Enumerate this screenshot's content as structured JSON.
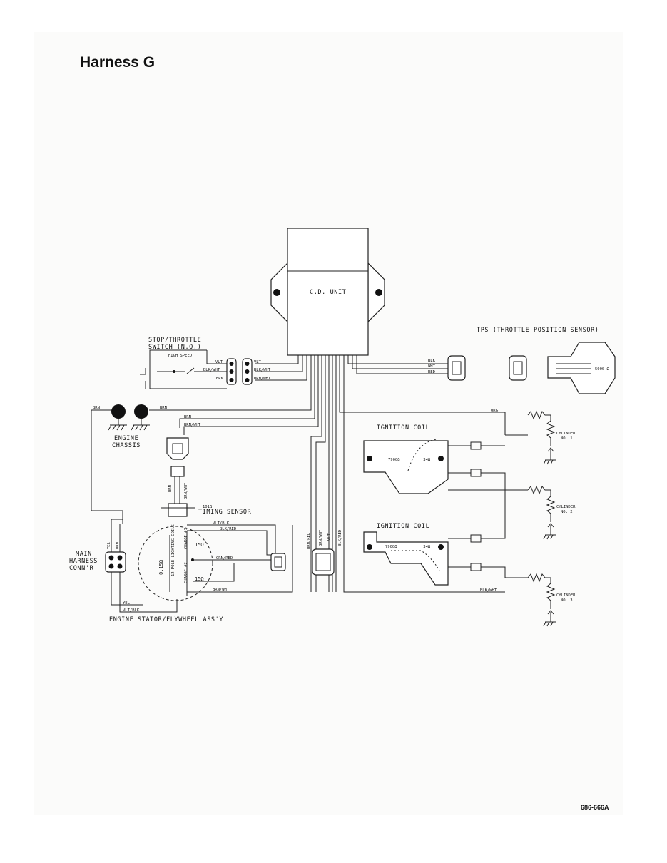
{
  "page": {
    "title": "Harness G",
    "doc_number": "686-666A"
  },
  "labels": {
    "cd_unit": "C.D. UNIT",
    "tps": "TPS (THROTTLE POSITION SENSOR)",
    "tps_resistance": "5000 Ω",
    "stop_switch_line1": "STOP/THROTTLE",
    "stop_switch_line2": "SWITCH (N.O.)",
    "high_speed": "HIGH SPEED",
    "engine": "ENGINE",
    "chassis": "CHASSIS",
    "timing_sensor": "TIMING SENSOR",
    "timing_resistance": "101Ω",
    "main_harness_1": "MAIN",
    "main_harness_2": "HARNESS",
    "main_harness_3": "CONN'R",
    "stator": "ENGINE STATOR/FLYWHEEL ASS'Y",
    "lighting_coils": "12 POLE LIGHTING COILS",
    "lighting_res": "0.15Ω",
    "charge1": "CHARGE #1",
    "charge2": "CHARGE #2",
    "charge1_res": "15Ω",
    "charge2_res": "15Ω",
    "ignition_coil_1": "IGNITION COIL",
    "ignition_coil_2": "IGNITION COIL",
    "coil_primary": "7900Ω",
    "coil_secondary": ".34Ω",
    "coil_primary_2": "7900Ω",
    "coil_secondary_2": ".34Ω",
    "cyl1_a": "CYLINDER",
    "cyl1_b": "NO. 1",
    "cyl2_a": "CYLINDER",
    "cyl2_b": "NO. 2",
    "cyl3_a": "CYLINDER",
    "cyl3_b": "NO. 3"
  },
  "wires": {
    "vlt": "VLT",
    "blk_wht": "BLK/WHT",
    "brn": "BRN",
    "brn_wht": "BRN/WHT",
    "blk": "BLK",
    "wht": "WHT",
    "red": "RED",
    "org": "ORG",
    "yel": "YEL",
    "vlt_blk": "VLT/BLK",
    "blk_red": "BLK/RED",
    "grn_red": "GRN/RED",
    "brn_red": "BRN/RED"
  }
}
